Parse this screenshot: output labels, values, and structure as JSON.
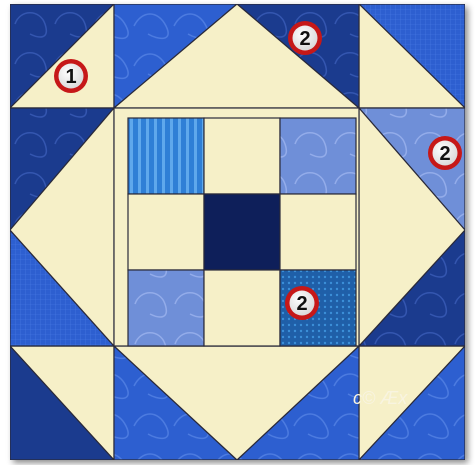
{
  "block": {
    "colors": {
      "cream": "#f6f0c8",
      "cream_dark": "#eee6b8",
      "seam": "#2a2a3a",
      "blue_dark": "#1b3b8e",
      "blue_mid": "#2d5fd0",
      "blue_bright": "#3b72e0",
      "blue_light": "#6f8fd8",
      "blue_pale": "#7fa0dc",
      "navy": "#0e1f5a",
      "teal_blue": "#1f5fa8",
      "stripe_blue": "#2f7fd6",
      "stripe_light": "#5fa8ec"
    },
    "markers": [
      {
        "label": "1",
        "icon": "numbered-marker-icon"
      },
      {
        "label": "2",
        "icon": "numbered-marker-icon"
      },
      {
        "label": "2",
        "icon": "numbered-marker-icon"
      },
      {
        "label": "2",
        "icon": "numbered-marker-icon"
      }
    ],
    "logo_text": "c© Æx"
  }
}
